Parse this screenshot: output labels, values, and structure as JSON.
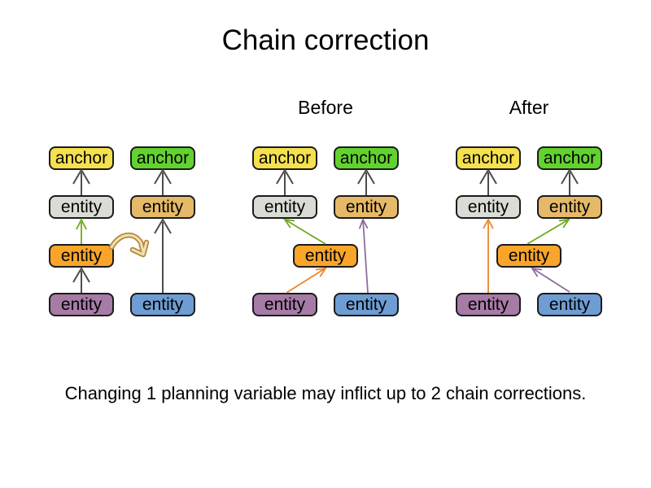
{
  "title": "Chain correction",
  "panels": {
    "before_label": "Before",
    "after_label": "After"
  },
  "caption": "Changing 1 planning variable may inflict up to 2 chain corrections.",
  "box_labels": {
    "anchor": "anchor",
    "entity": "entity"
  },
  "colors": {
    "anchor_yellow": "#F5E04E",
    "anchor_green": "#62D22E",
    "entity_gray": "#D9DCD4",
    "entity_tan": "#E5B968",
    "entity_orange": "#FAA429",
    "entity_purple": "#A67BA6",
    "entity_blue": "#6D9DD3",
    "box_border": "#1B1B1B",
    "arrow_dark": "#4C4C4C",
    "arrow_green": "#6FA81C",
    "arrow_orange": "#E8862C",
    "arrow_purple": "#8D6C9C",
    "move_arrow_outline": "#B3883E",
    "move_arrow_fill": "#F2DFAE"
  }
}
